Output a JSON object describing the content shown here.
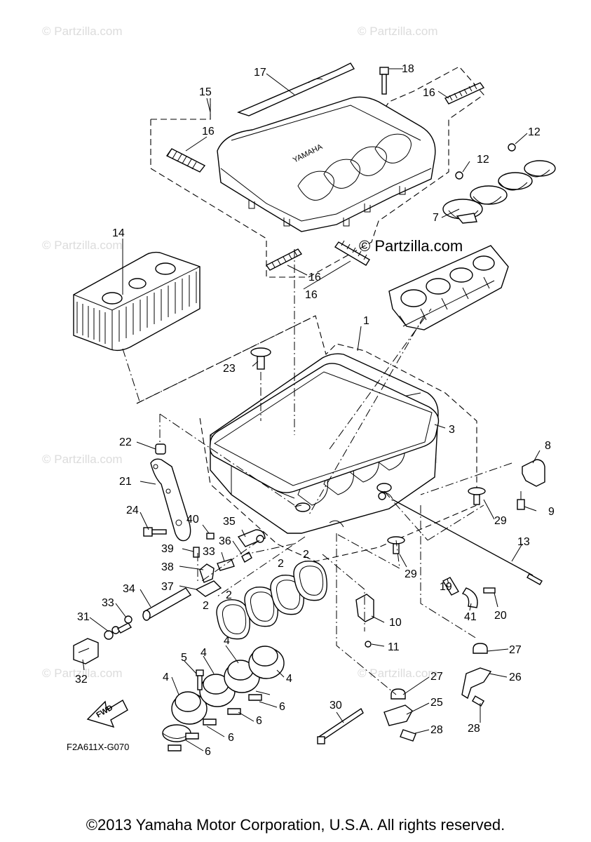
{
  "watermark": "© Partzilla.com",
  "diagram_code": "F2A611X-G070",
  "fwd_label": "FWD",
  "brand_text": "YAMAHA",
  "copyright": "©2013 Yamaha Motor Corporation, U.S.A. All rights reserved.",
  "callouts": {
    "n1": "1",
    "n2a": "2",
    "n2b": "2",
    "n2c": "2",
    "n2d": "2",
    "n3": "3",
    "n4a": "4",
    "n4b": "4",
    "n4c": "4",
    "n4d": "4",
    "n5": "5",
    "n6a": "6",
    "n6b": "6",
    "n6c": "6",
    "n6d": "6",
    "n7": "7",
    "n8": "8",
    "n9": "9",
    "n10": "10",
    "n11": "11",
    "n12a": "12",
    "n12b": "12",
    "n13": "13",
    "n14": "14",
    "n15": "15",
    "n16a": "16",
    "n16b": "16",
    "n16c": "16",
    "n16d": "16",
    "n17": "17",
    "n18": "18",
    "n19": "19",
    "n20": "20",
    "n21": "21",
    "n22": "22",
    "n23": "23",
    "n24": "24",
    "n25": "25",
    "n26": "26",
    "n27a": "27",
    "n27b": "27",
    "n28a": "28",
    "n28b": "28",
    "n29a": "29",
    "n29b": "29",
    "n30": "30",
    "n31": "31",
    "n32": "32",
    "n33a": "33",
    "n33b": "33",
    "n34": "34",
    "n35": "35",
    "n36": "36",
    "n37": "37",
    "n38": "38",
    "n39": "39",
    "n40": "40",
    "n41": "41"
  }
}
